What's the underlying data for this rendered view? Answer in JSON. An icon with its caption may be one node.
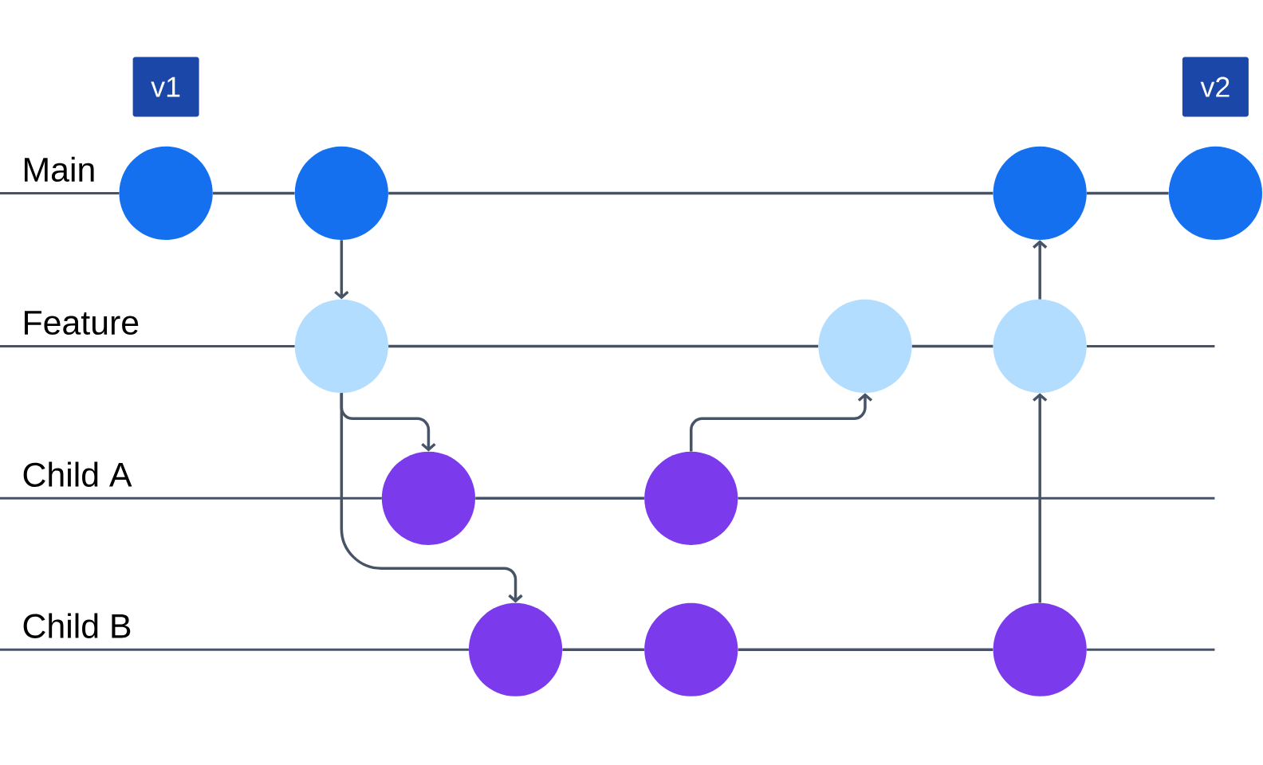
{
  "diagram": {
    "nodes": [
      {
        "text": [
          "v1"
        ]
      },
      {
        "text": [
          "v2"
        ]
      },
      {
        "text": [],
        "shape": "circle"
      },
      {
        "text": [],
        "shape": "circle"
      },
      {
        "text": [],
        "shape": "circle"
      },
      {
        "text": [],
        "shape": "circle"
      },
      {
        "text": [],
        "shape": "circle"
      },
      {
        "text": [],
        "shape": "circle"
      },
      {
        "text": [],
        "shape": "circle"
      },
      {
        "text": [],
        "shape": "circle"
      },
      {
        "text": [],
        "shape": "circle"
      },
      {
        "text": [],
        "shape": "circle"
      },
      {
        "text": [],
        "shape": "circle"
      },
      {
        "text": [],
        "shape": "circle"
      }
    ],
    "edges": [
      {
        "from": 2,
        "to": 3,
        "arrow": "none"
      },
      {
        "from": 3,
        "to": 4,
        "arrow": "none"
      },
      {
        "from": 4,
        "to": 5,
        "arrow": "none"
      },
      {
        "from": 6,
        "to": 7,
        "arrow": "none"
      },
      {
        "from": 7,
        "to": 8,
        "arrow": "none"
      },
      {
        "from": 9,
        "to": 10,
        "arrow": "none"
      },
      {
        "from": 11,
        "to": 12,
        "arrow": "none"
      },
      {
        "from": 12,
        "to": 13,
        "arrow": "none"
      },
      {
        "from": 3,
        "to": 6,
        "arrow": "to"
      },
      {
        "from": 6,
        "to": 9,
        "arrow": "to"
      },
      {
        "from": 6,
        "to": 11,
        "arrow": "to"
      },
      {
        "from": 10,
        "to": 7,
        "arrow": "to"
      },
      {
        "from": 13,
        "to": 8,
        "arrow": "to"
      },
      {
        "from": 8,
        "to": 4,
        "arrow": "to"
      }
    ],
    "labels": [
      "Main",
      "Feature",
      "Child A",
      "Child B"
    ]
  }
}
